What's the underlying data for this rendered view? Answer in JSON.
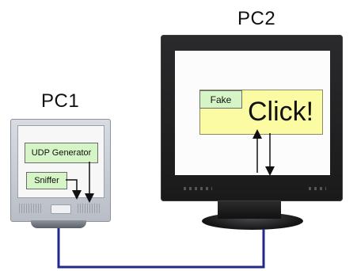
{
  "pc1": {
    "label": "PC1",
    "screen": {
      "udp_generator": "UDP Generator",
      "sniffer": "Sniffer"
    }
  },
  "pc2": {
    "label": "PC2",
    "screen": {
      "fake": "Fake",
      "click": "Click!"
    }
  },
  "colors": {
    "network_cable": "#1f2a8a",
    "green_box": "#d6f5c6",
    "yellow_box": "#fbfba3"
  }
}
